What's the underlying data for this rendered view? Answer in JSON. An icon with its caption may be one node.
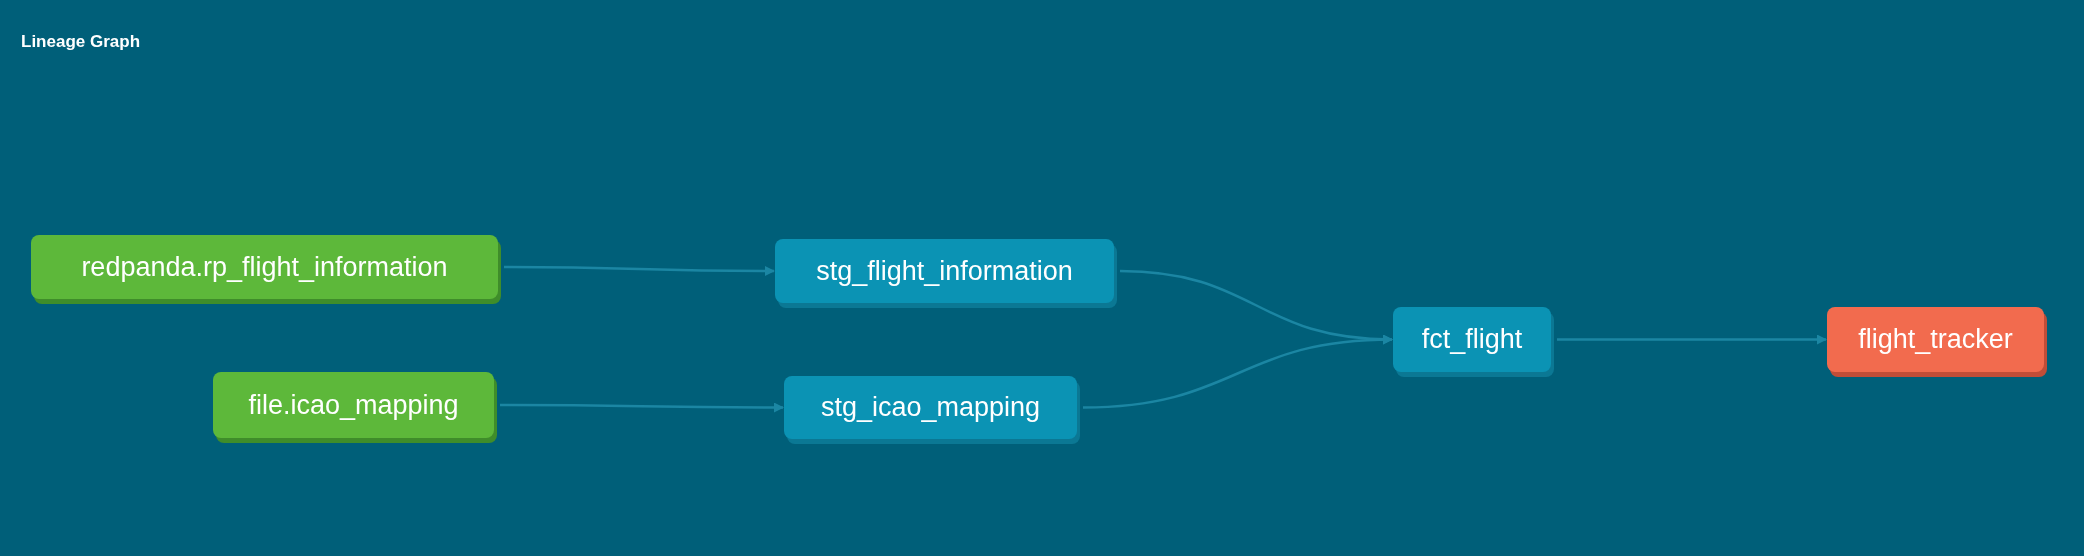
{
  "diagram": {
    "title": "Lineage Graph",
    "nodes": [
      {
        "text": [
          "redpanda.rp_flight_information"
        ]
      },
      {
        "text": [
          "stg_flight_information"
        ]
      },
      {
        "text": [
          "file.icao_mapping"
        ]
      },
      {
        "text": [
          "stg_icao_mapping"
        ]
      },
      {
        "text": [
          "fct_flight"
        ]
      },
      {
        "text": [
          "flight_tracker"
        ]
      }
    ],
    "edges": [
      {
        "from": 0,
        "to": 1,
        "arrow": "to"
      },
      {
        "from": 2,
        "to": 3,
        "arrow": "to"
      },
      {
        "from": 1,
        "to": 4,
        "arrow": "to"
      },
      {
        "from": 3,
        "to": 4,
        "arrow": "to"
      },
      {
        "from": 4,
        "to": 5,
        "arrow": "to"
      }
    ]
  }
}
